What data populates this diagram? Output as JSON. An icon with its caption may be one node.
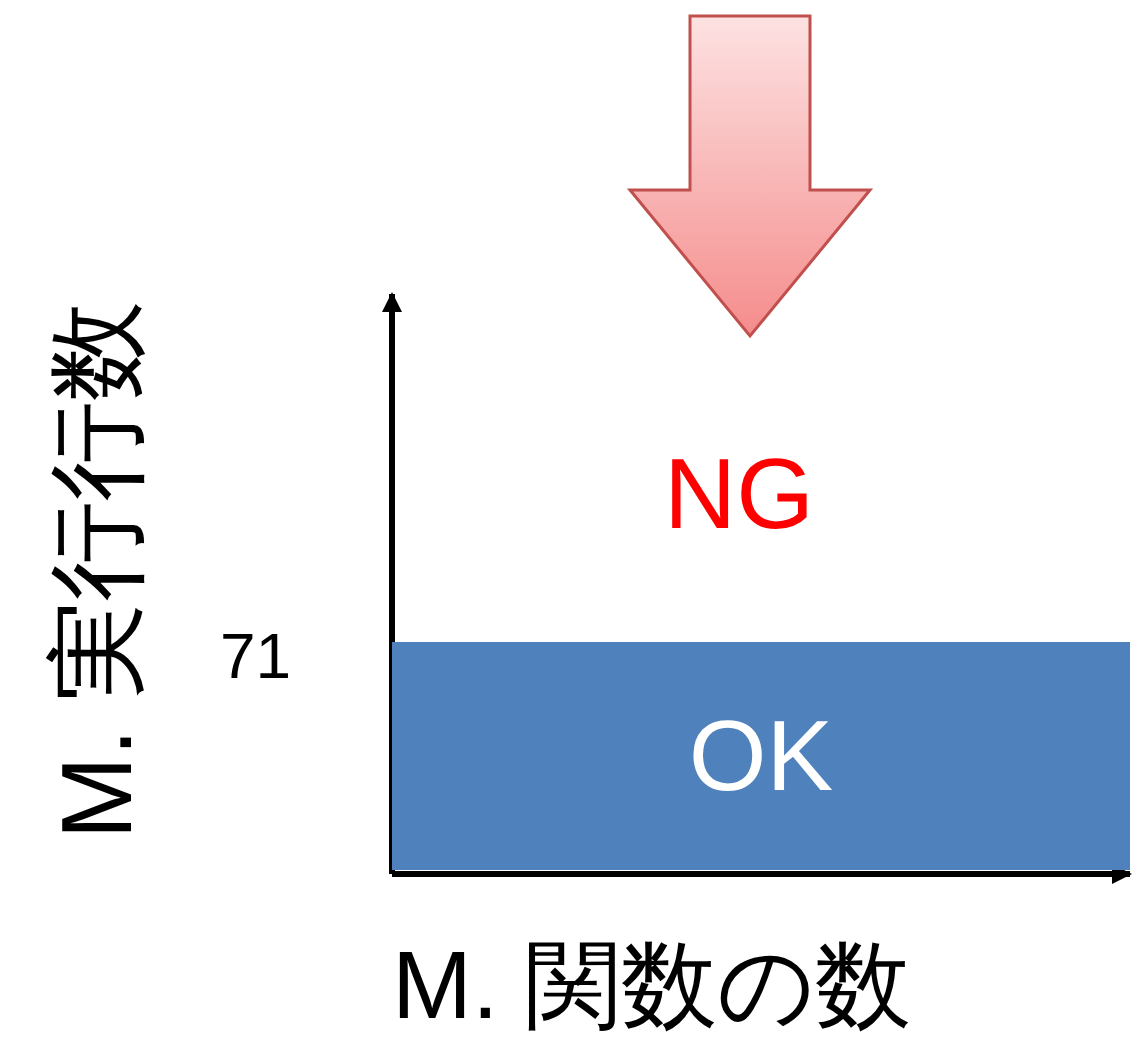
{
  "diagram": {
    "nodes": [
      {
        "text": [
          "OK"
        ]
      }
    ],
    "labels": [
      "NG",
      "M. 実行行数",
      "71",
      "M. 関数の数"
    ]
  }
}
